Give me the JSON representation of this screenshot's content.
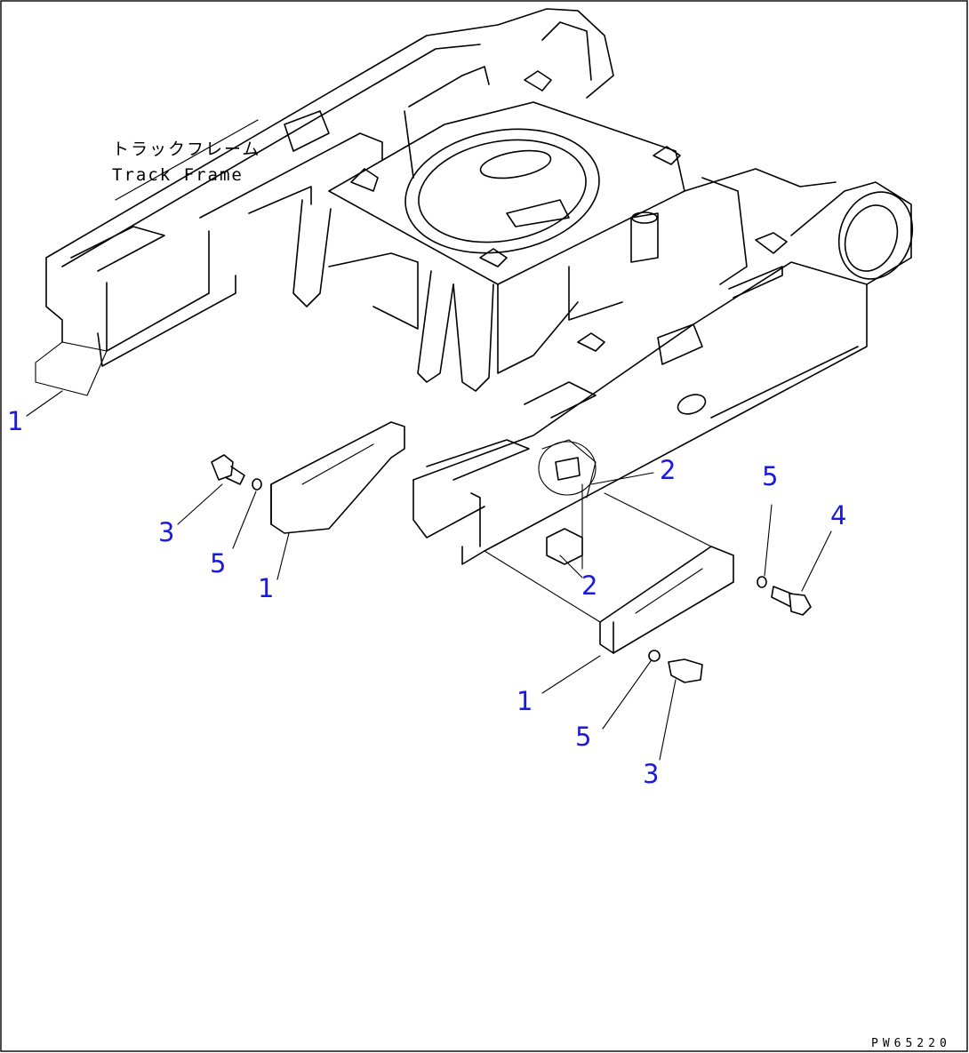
{
  "frame_label": {
    "japanese": "トラックフレーム",
    "english": "Track Frame"
  },
  "callouts": [
    "1",
    "1",
    "1",
    "2",
    "2",
    "3",
    "3",
    "4",
    "5",
    "5",
    "5"
  ],
  "drawing_code": "PW65220"
}
